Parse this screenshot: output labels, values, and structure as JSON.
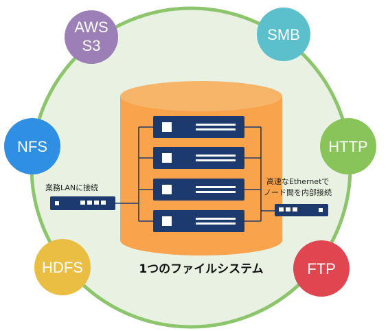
{
  "protocols": [
    {
      "key": "aws",
      "lines": [
        "AWS",
        "S3"
      ],
      "color": "#9b7fb6"
    },
    {
      "key": "smb",
      "lines": [
        "SMB"
      ],
      "color": "#5bc0cc"
    },
    {
      "key": "nfs",
      "lines": [
        "NFS"
      ],
      "color": "#2f8fe3"
    },
    {
      "key": "http",
      "lines": [
        "HTTP"
      ],
      "color": "#88c45a"
    },
    {
      "key": "hdfs",
      "lines": [
        "HDFS"
      ],
      "color": "#eabd43"
    },
    {
      "key": "ftp",
      "lines": [
        "FTP"
      ],
      "color": "#e0464f"
    }
  ],
  "labels": {
    "business_lan": "業務LANに接続",
    "internal_line1": "高速なEthernetで",
    "internal_line2": "ノード間を内部接続",
    "file_system": "1つのファイルシステム"
  },
  "colors": {
    "ring_fill": "#e9f2e2",
    "ring_stroke": "#8cc56c",
    "cylinder": "#f9a34c",
    "cylinder_top": "#f7b56a",
    "server": "#1d3a6e",
    "wire": "#1d3a6e"
  }
}
